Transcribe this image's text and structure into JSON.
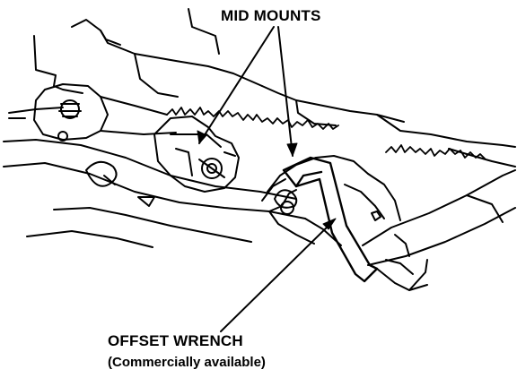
{
  "labels": {
    "mid_mounts": "MID MOUNTS",
    "offset_wrench": "OFFSET WRENCH",
    "commercially_available": "(Commercially available)"
  },
  "colors": {
    "ink": "#000000",
    "paper": "#ffffff"
  }
}
